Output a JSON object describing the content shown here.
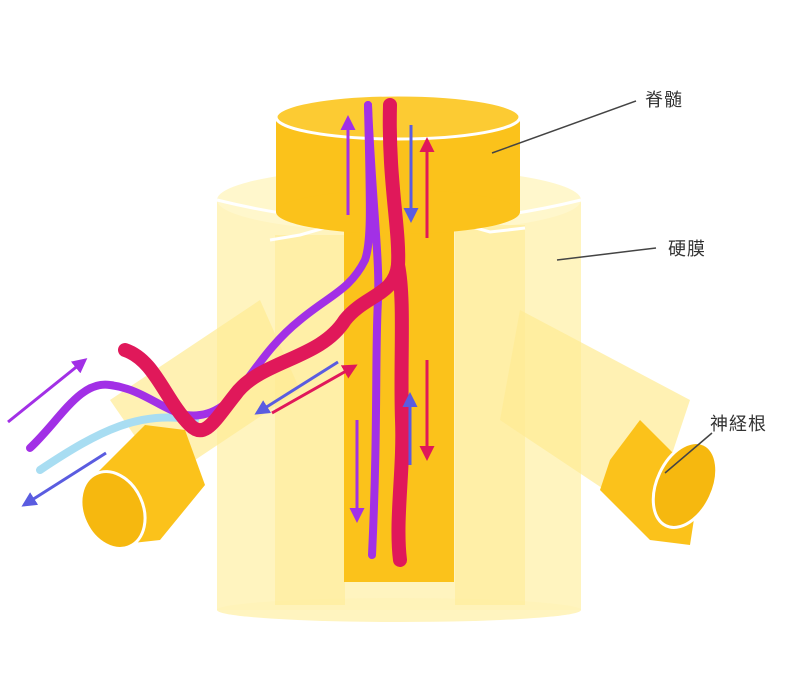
{
  "labels": {
    "spinal_cord": "脊髄",
    "dura_mater": "硬膜",
    "nerve_root": "神経根"
  },
  "colors": {
    "cord": "#FBC21B",
    "cord_dark": "#F6B80F",
    "dura": "#FFF3B8",
    "dura_mid": "#FFEB93",
    "artery": "#E0185A",
    "vein": "#A230E6",
    "lymph": "#A8DDF2",
    "arrow_blue": "#5A5CE0",
    "arrow_red": "#E0185A",
    "arrow_purple": "#A230E6",
    "leader": "#444444"
  }
}
